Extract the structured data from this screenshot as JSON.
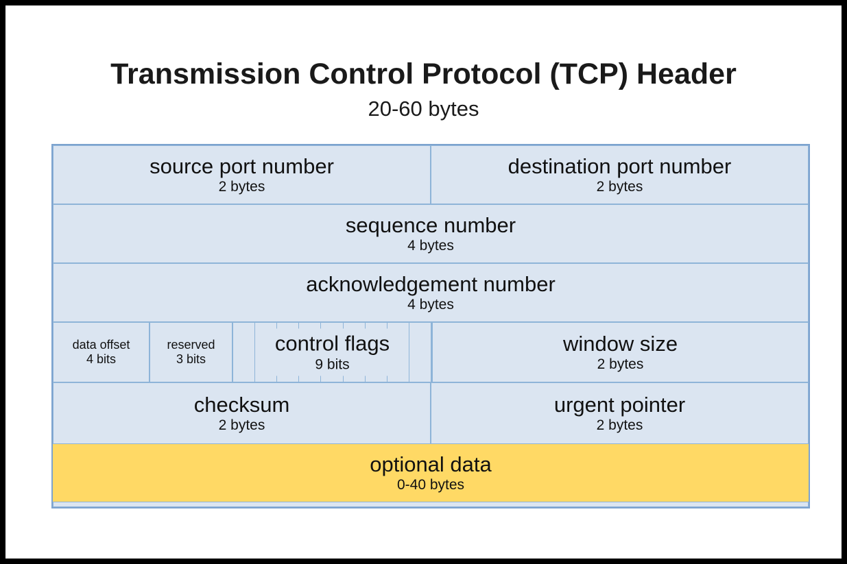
{
  "title": "Transmission Control Protocol (TCP) Header",
  "subtitle": "20-60 bytes",
  "colors": {
    "cell_fill": "#dbe5f1",
    "cell_border": "#8eb4d8",
    "outer_border": "#7da3cf",
    "optional_fill": "#ffd965",
    "frame": "#000000"
  },
  "fields": {
    "source_port": {
      "label": "source port number",
      "size": "2 bytes"
    },
    "dest_port": {
      "label": "destination port number",
      "size": "2 bytes"
    },
    "sequence": {
      "label": "sequence number",
      "size": "4 bytes"
    },
    "ack": {
      "label": "acknowledgement number",
      "size": "4 bytes"
    },
    "data_offset": {
      "label": "data offset",
      "size": "4 bits"
    },
    "reserved": {
      "label": "reserved",
      "size": "3 bits"
    },
    "control_flags": {
      "label": "control flags",
      "size": "9 bits"
    },
    "window": {
      "label": "window size",
      "size": "2 bytes"
    },
    "checksum": {
      "label": "checksum",
      "size": "2 bytes"
    },
    "urgent": {
      "label": "urgent pointer",
      "size": "2 bytes"
    },
    "optional": {
      "label": "optional data",
      "size": "0-40 bytes"
    }
  },
  "control_flag_bit_count": 9
}
